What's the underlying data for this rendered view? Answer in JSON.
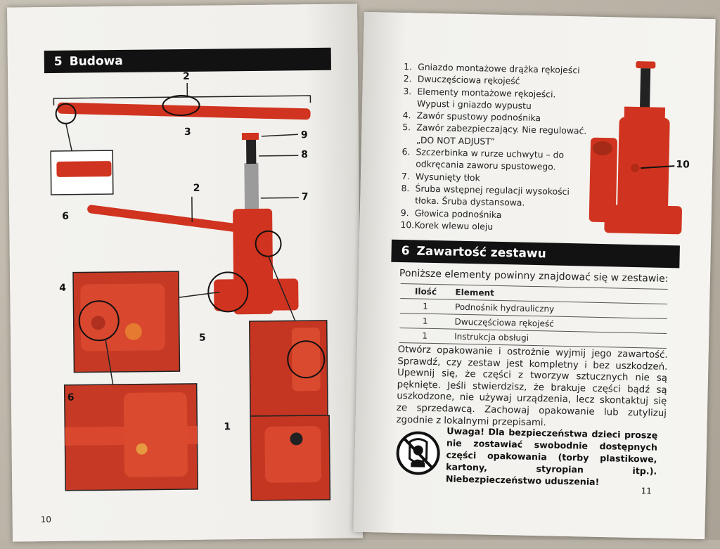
{
  "left_page": {
    "section_number": "5",
    "section_title": "Budowa",
    "page_number": "10",
    "callouts": [
      "1",
      "2",
      "2",
      "3",
      "4",
      "5",
      "6",
      "6",
      "7",
      "8",
      "9"
    ]
  },
  "right_page": {
    "parts": [
      {
        "n": "1.",
        "text": "Gniazdo montażowe drążka rękojeści"
      },
      {
        "n": "2.",
        "text": "Dwuczęściowa rękojeść"
      },
      {
        "n": "3.",
        "text": "Elementy montażowe rękojeści."
      },
      {
        "n": "",
        "text": "Wypust i gniazdo wypustu"
      },
      {
        "n": "4.",
        "text": "Zawór spustowy podnośnika"
      },
      {
        "n": "5.",
        "text": "Zawór zabezpieczający. Nie regulować."
      },
      {
        "n": "",
        "text": "„DO NOT ADJUST”"
      },
      {
        "n": "6.",
        "text": "Szczerbinka w rurze uchwytu – do"
      },
      {
        "n": "",
        "text": "odkręcania zaworu spustowego."
      },
      {
        "n": "7.",
        "text": "Wysunięty tłok"
      },
      {
        "n": "8.",
        "text": "Śruba wstępnej regulacji wysokości"
      },
      {
        "n": "",
        "text": "tłoka. Śruba dystansowa."
      },
      {
        "n": "9.",
        "text": "Głowica podnośnika"
      },
      {
        "n": "10.",
        "text": "Korek wlewu oleju"
      }
    ],
    "figure_callout": "10",
    "section_number": "6",
    "section_title": "Zawartość zestawu",
    "intro": "Poniższe elementy powinny znajdować się w zestawie:",
    "table": {
      "headers": [
        "Ilość",
        "Element"
      ],
      "rows": [
        [
          "1",
          "Podnośnik hydrauliczny"
        ],
        [
          "1",
          "Dwuczęściowa rękojeść"
        ],
        [
          "1",
          "Instrukcja obsługi"
        ]
      ]
    },
    "paragraph": "Otwórz opakowanie i ostrożnie wyjmij jego zawartość. Sprawdź, czy zestaw jest kompletny i bez uszkodzeń. Upewnij się, że części z tworzyw sztucznych nie są pęknięte. Jeśli stwierdzisz, że brakuje części bądź są uszkodzone, nie używaj urządzenia, lecz skontaktuj się ze sprzedawcą. Zachowaj opakowanie lub zutylizuj zgodnie z lokalnymi przepisami.",
    "warning": "Uwaga! Dla bezpieczeństwa dzieci proszę nie zostawiać swobodnie dostępnych części opakowania (torby plastikowe, kartony, styropian itp.). Niebezpieczeństwo uduszenia!",
    "page_number": "11"
  },
  "colors": {
    "jack_red": "#d0331f",
    "bar": "#121212",
    "paper": "#f4f3ef"
  }
}
